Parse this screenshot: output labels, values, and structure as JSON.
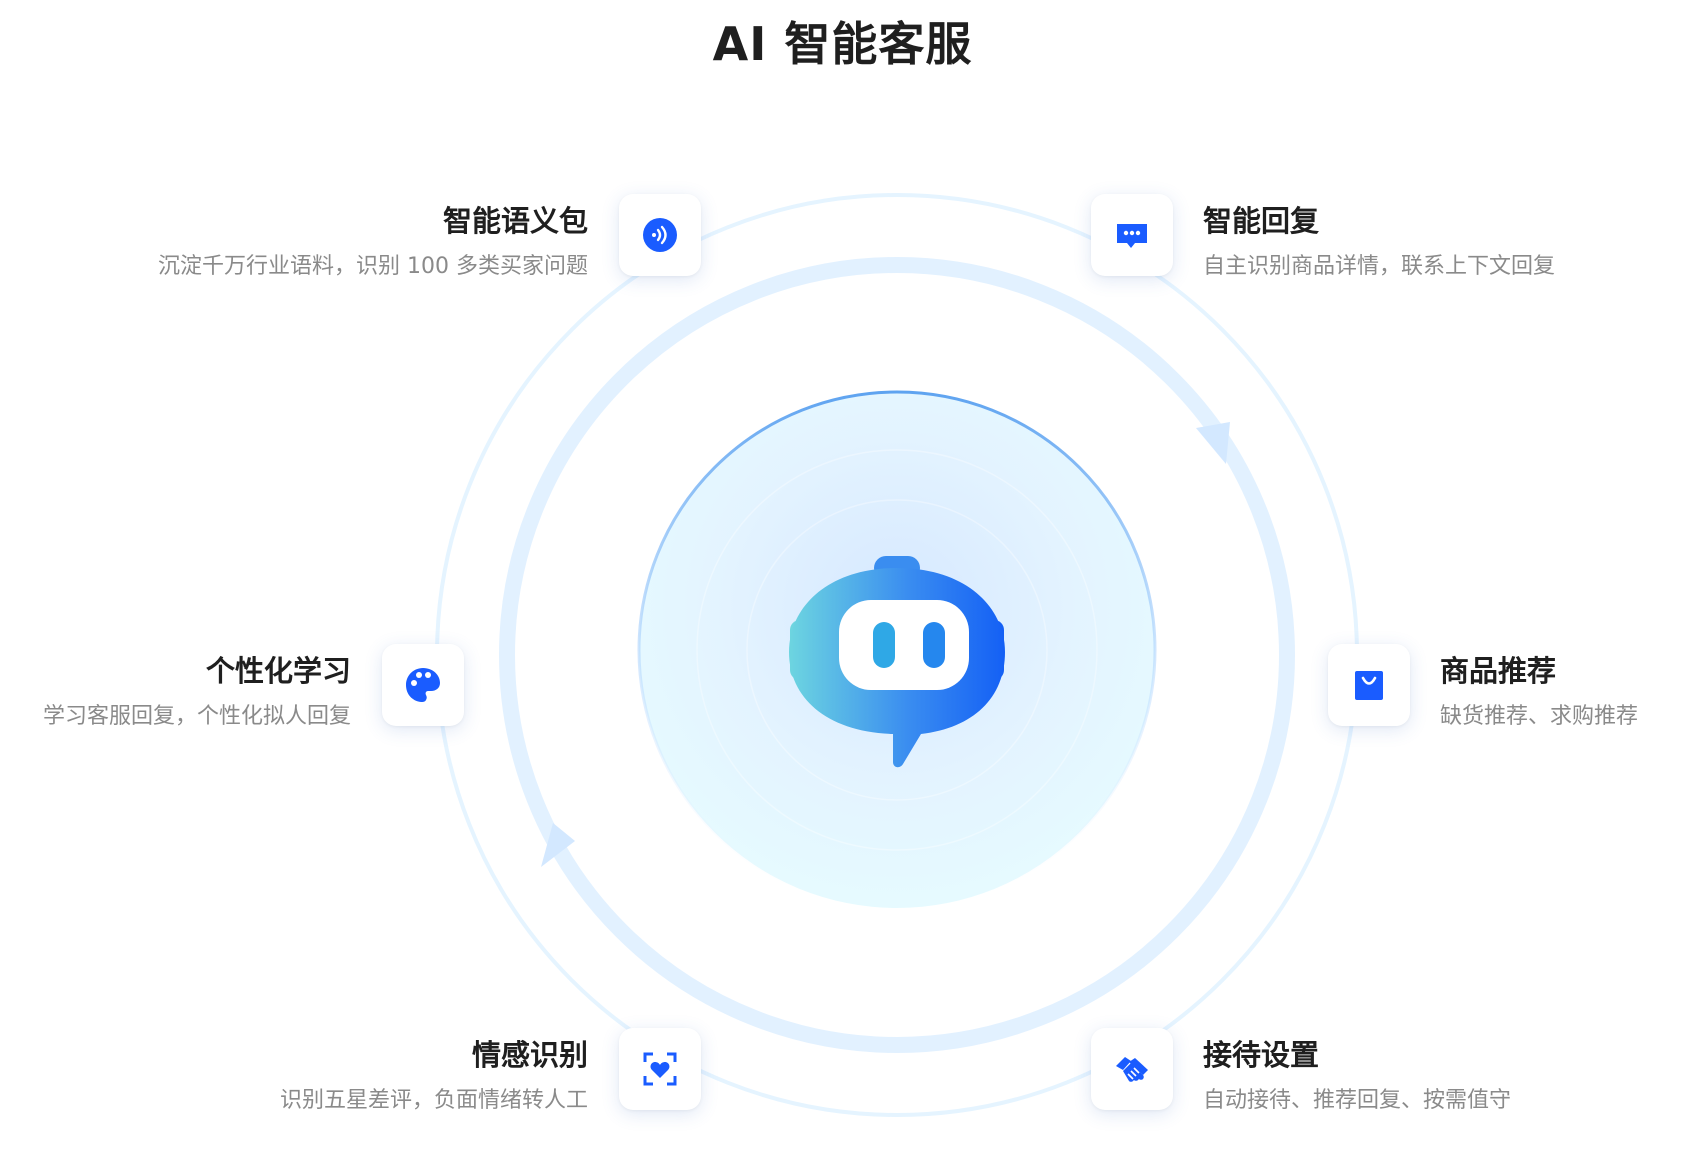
{
  "page_title": "AI 智能客服",
  "colors": {
    "accent": "#1a5cff",
    "ring": "#d9efff",
    "title": "#1f1f1f",
    "desc": "#8a8a8a"
  },
  "features": [
    {
      "id": "semantic",
      "title": "智能语义包",
      "desc": "沉淀千万行业语料，识别 100 多类买家问题",
      "icon": "voice-wave-icon"
    },
    {
      "id": "reply",
      "title": "智能回复",
      "desc": "自主识别商品详情，联系上下文回复",
      "icon": "chat-bubble-icon"
    },
    {
      "id": "learn",
      "title": "个性化学习",
      "desc": "学习客服回复，个性化拟人回复",
      "icon": "palette-icon"
    },
    {
      "id": "recommend",
      "title": "商品推荐",
      "desc": "缺货推荐、求购推荐",
      "icon": "shopping-bag-icon"
    },
    {
      "id": "emotion",
      "title": "情感识别",
      "desc": "识别五星差评，负面情绪转人工",
      "icon": "heart-scan-icon"
    },
    {
      "id": "reception",
      "title": "接待设置",
      "desc": "自动接待、推荐回复、按需值守",
      "icon": "handshake-icon"
    }
  ],
  "center_icon": "robot-chat-icon"
}
